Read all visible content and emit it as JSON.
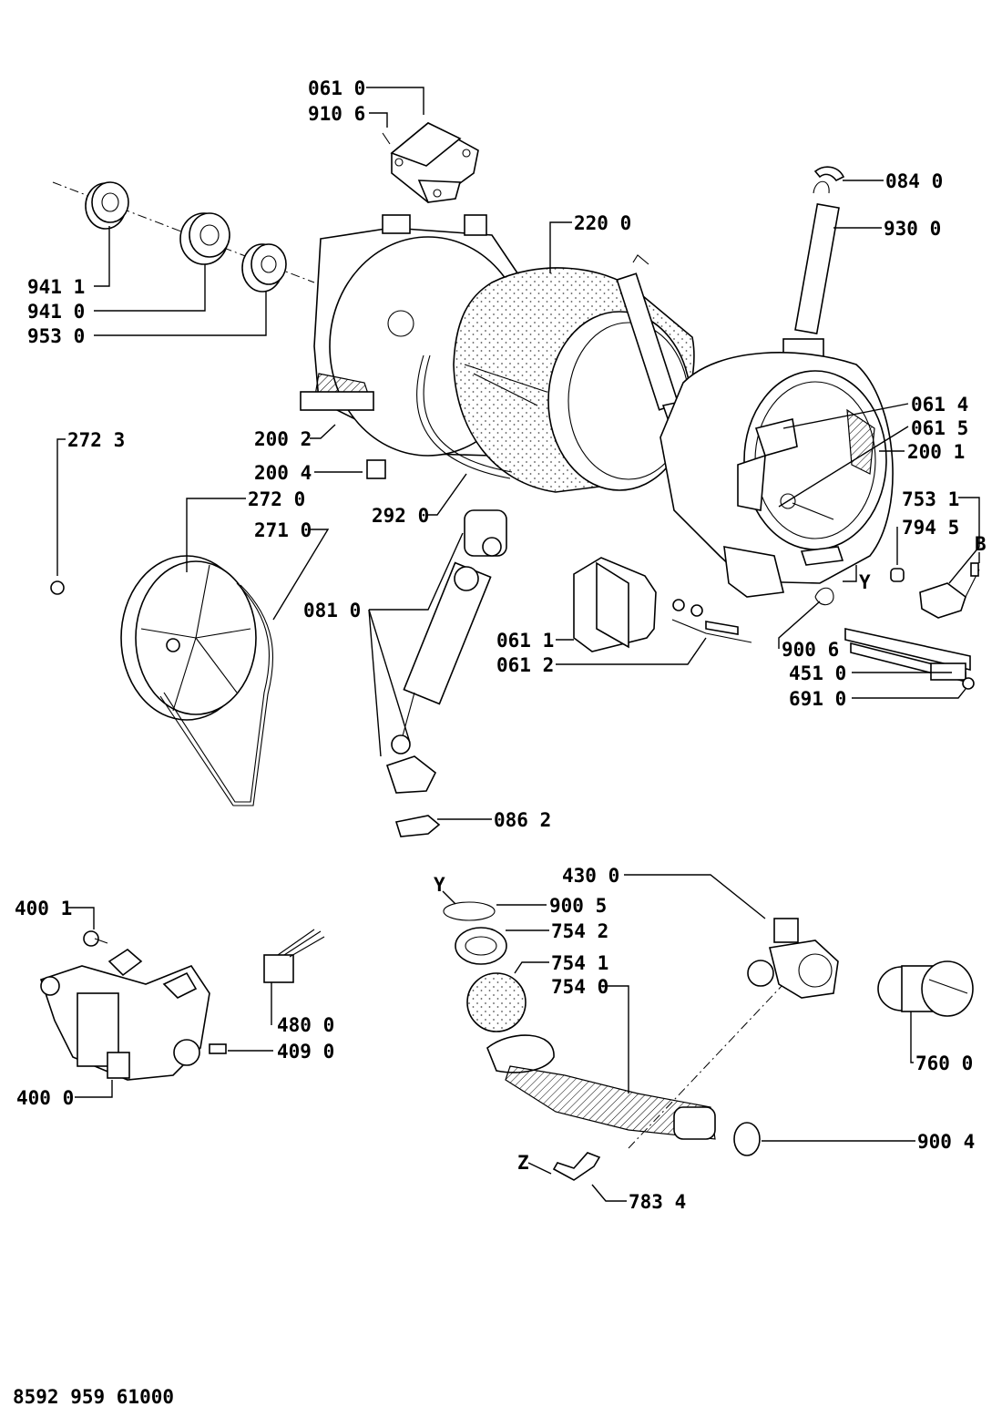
{
  "document_code": "8592 959 61000",
  "callouts": [
    {
      "id": "c0610",
      "text": "061 0"
    },
    {
      "id": "c9106",
      "text": "910 6"
    },
    {
      "id": "c0840",
      "text": "084 0"
    },
    {
      "id": "c2200",
      "text": "220 0"
    },
    {
      "id": "c9300",
      "text": "930 0"
    },
    {
      "id": "c9411",
      "text": "941 1"
    },
    {
      "id": "c9410",
      "text": "941 0"
    },
    {
      "id": "c9530",
      "text": "953 0"
    },
    {
      "id": "c0614",
      "text": "061 4"
    },
    {
      "id": "c0615",
      "text": "061 5"
    },
    {
      "id": "c2001",
      "text": "200 1"
    },
    {
      "id": "c2723",
      "text": "272 3"
    },
    {
      "id": "c2002",
      "text": "200 2"
    },
    {
      "id": "c2004",
      "text": "200 4"
    },
    {
      "id": "c2720",
      "text": "272 0"
    },
    {
      "id": "c2920",
      "text": "292 0"
    },
    {
      "id": "c7531",
      "text": "753 1"
    },
    {
      "id": "c7945",
      "text": "794 5"
    },
    {
      "id": "cB",
      "text": "B"
    },
    {
      "id": "c2710",
      "text": "271 0"
    },
    {
      "id": "cY1",
      "text": "Y"
    },
    {
      "id": "c0810",
      "text": "081 0"
    },
    {
      "id": "c0611",
      "text": "061 1"
    },
    {
      "id": "c0612",
      "text": "061 2"
    },
    {
      "id": "c9006",
      "text": "900 6"
    },
    {
      "id": "c4510",
      "text": "451 0"
    },
    {
      "id": "c6910",
      "text": "691 0"
    },
    {
      "id": "c0862",
      "text": "086 2"
    },
    {
      "id": "c4300",
      "text": "430 0"
    },
    {
      "id": "cY2",
      "text": "Y"
    },
    {
      "id": "c9005",
      "text": "900 5"
    },
    {
      "id": "c4001",
      "text": "400 1"
    },
    {
      "id": "c7542",
      "text": "754 2"
    },
    {
      "id": "c7541",
      "text": "754 1"
    },
    {
      "id": "c7540",
      "text": "754 0"
    },
    {
      "id": "c4800",
      "text": "480 0"
    },
    {
      "id": "c4090",
      "text": "409 0"
    },
    {
      "id": "c7600",
      "text": "760 0"
    },
    {
      "id": "c4000",
      "text": "400 0"
    },
    {
      "id": "c9004",
      "text": "900 4"
    },
    {
      "id": "cZ",
      "text": "Z"
    },
    {
      "id": "c7834",
      "text": "783 4"
    }
  ]
}
